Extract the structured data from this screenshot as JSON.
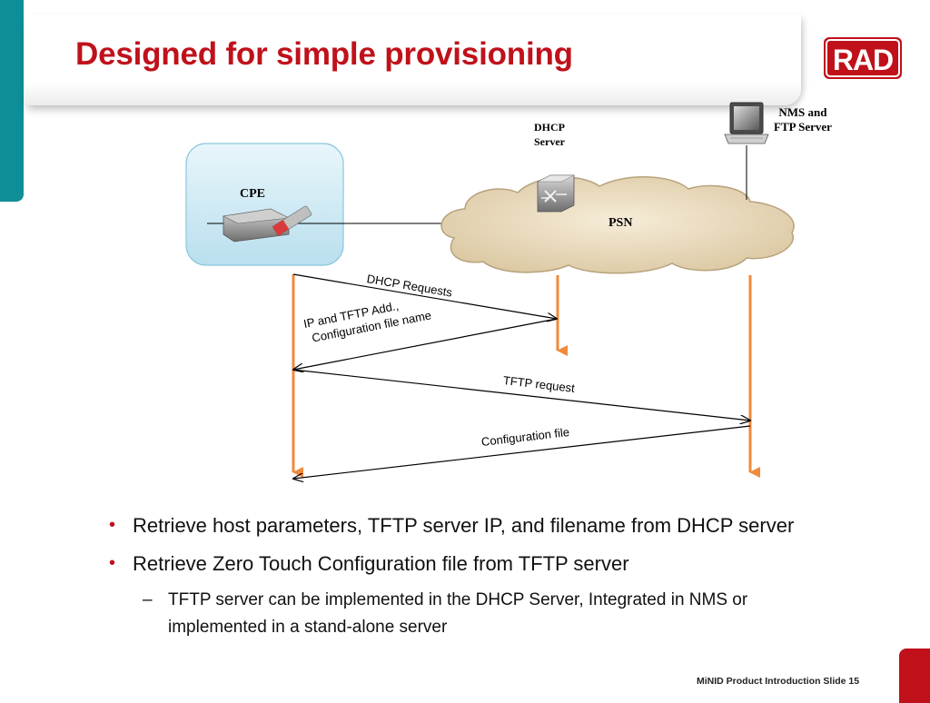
{
  "slide": {
    "title": "Designed for simple provisioning",
    "logo_text": "RAD",
    "colors": {
      "title": "#c0111b",
      "teal": "#0e8f98",
      "arrow_orange": "#f08a3c",
      "logo_red": "#c0111b"
    }
  },
  "diagram": {
    "cpe_label": "CPE",
    "dhcp_label_line1": "DHCP",
    "dhcp_label_line2": "Server",
    "nms_label_line1": "NMS and",
    "nms_label_line2": "FTP Server",
    "cloud_label": "PSN",
    "icons": {
      "cpe": "cpe-device-icon",
      "dhcp": "router-switch-icon",
      "nms": "laptop-icon"
    },
    "messages": [
      {
        "text": "DHCP Requests",
        "from": "CPE",
        "to": "DHCP Server"
      },
      {
        "text_line1": "IP and TFTP Add.,",
        "text_line2": "Configuration file name",
        "from": "DHCP Server",
        "to": "CPE"
      },
      {
        "text": "TFTP request",
        "from": "CPE",
        "to": "NMS and FTP Server"
      },
      {
        "text": "Configuration file",
        "from": "NMS and FTP Server",
        "to": "CPE"
      }
    ]
  },
  "bullets": [
    {
      "level": 1,
      "text": "Retrieve host parameters, TFTP server IP, and filename from DHCP server"
    },
    {
      "level": 1,
      "text": "Retrieve Zero Touch Configuration file from TFTP server"
    },
    {
      "level": 2,
      "text": "TFTP server can be implemented in the DHCP Server, Integrated in NMS or implemented in a stand-alone server"
    }
  ],
  "footer": {
    "text": "MiNID Product Introduction  Slide 15"
  }
}
